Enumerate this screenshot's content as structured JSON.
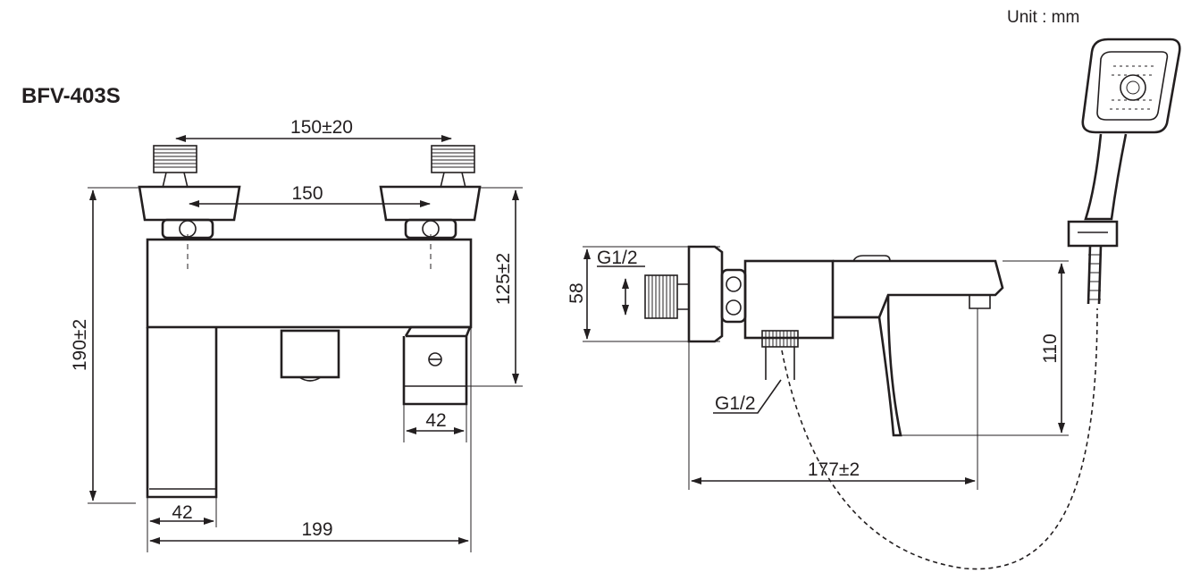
{
  "title": "BFV-403S",
  "unit": "Unit : mm",
  "front_view": {
    "dim_inlet_spacing": "150±20",
    "dim_inlet_center": "150",
    "dim_total_height": "190±2",
    "dim_height_to_outlet": "125±2",
    "dim_spout_width": "42",
    "dim_outlet_width": "42",
    "dim_total_width": "199"
  },
  "side_view": {
    "dim_inlet_thread": "G1/2",
    "dim_flange": "58",
    "dim_outlet_thread": "G1/2",
    "dim_projection": "177±2",
    "dim_spout_height": "110"
  }
}
